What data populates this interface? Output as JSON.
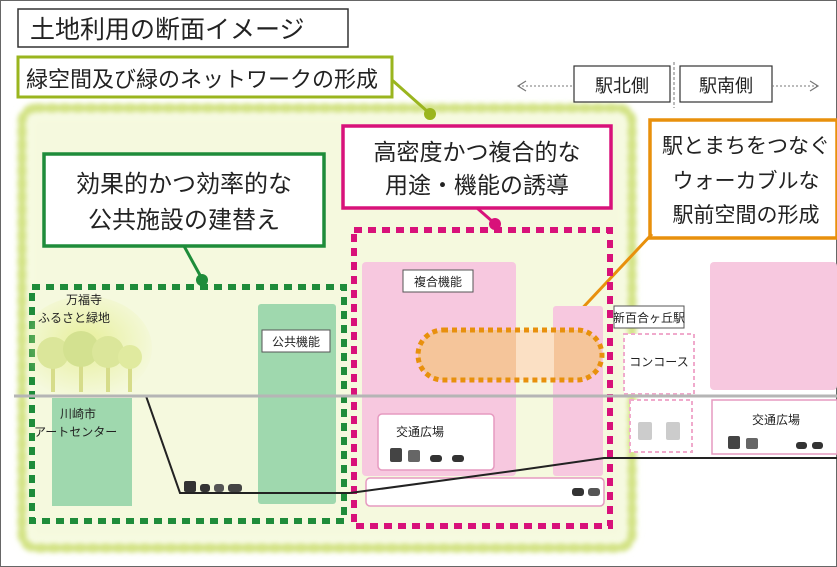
{
  "title": "土地利用の断面イメージ",
  "callouts": {
    "green_network": "緑空間及び緑のネットワークの形成",
    "public": [
      "効果的かつ効率的な",
      "公共施設の建替え"
    ],
    "mixed": [
      "高密度かつ複合的な",
      "用途・機能の誘導"
    ],
    "walkable": [
      "駅とまちをつなぐ",
      "ウォーカブルな",
      "駅前空間の形成"
    ]
  },
  "direction": {
    "north": "駅北側",
    "south": "駅南側"
  },
  "labels": {
    "park": [
      "万福寺",
      "ふるさと緑地"
    ],
    "art_center": [
      "川崎市",
      "アートセンター"
    ],
    "public_function": "公共機能",
    "mixed_function": "複合機能",
    "station": "新百合ヶ丘駅",
    "concourse": "コンコース",
    "plaza_north": "交通広場",
    "plaza_south": "交通広場"
  },
  "colors": {
    "green": "#1e8c3a",
    "lime": "#9ab51e",
    "magenta": "#d8127a",
    "orange": "#e8900c",
    "pink_fill": "#f7c8df",
    "mint_fill": "#9fd8ae"
  }
}
